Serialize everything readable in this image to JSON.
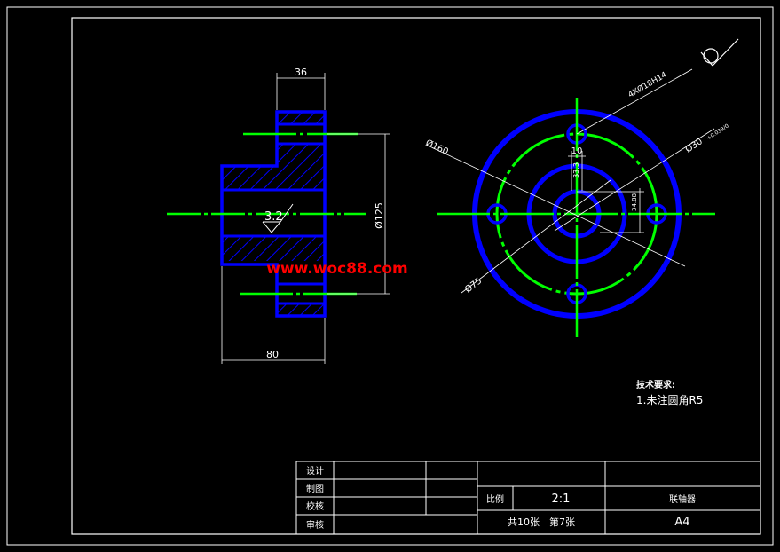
{
  "watermark": "www.woc88.com",
  "dimensions": {
    "top_width": "36",
    "bottom_width": "80",
    "diameter_125": "Ø125",
    "roughness": "3.2",
    "holes": "4XØ18H14",
    "d160": "Ø160",
    "d30": "Ø30",
    "d30_tol": "+0.039/0",
    "keyway_width": "10",
    "keyway_depth": "33.3",
    "d75": "Ø75",
    "offset": "34.88"
  },
  "notes": {
    "title": "技术要求:",
    "item1": "1.未注圆角R5"
  },
  "title_block": {
    "row_labels": [
      "设计",
      "制图",
      "校核",
      "审核"
    ],
    "scale_label": "比例",
    "scale_value": "2:1",
    "part_name": "联轴器",
    "sheet_info": "共10张　第7张",
    "paper_size": "A4"
  },
  "colors": {
    "part_outline": "#0000ff",
    "center_line": "#00ff00",
    "dimension_line": "#ffffff",
    "watermark": "#ff0000",
    "background": "#000000"
  }
}
